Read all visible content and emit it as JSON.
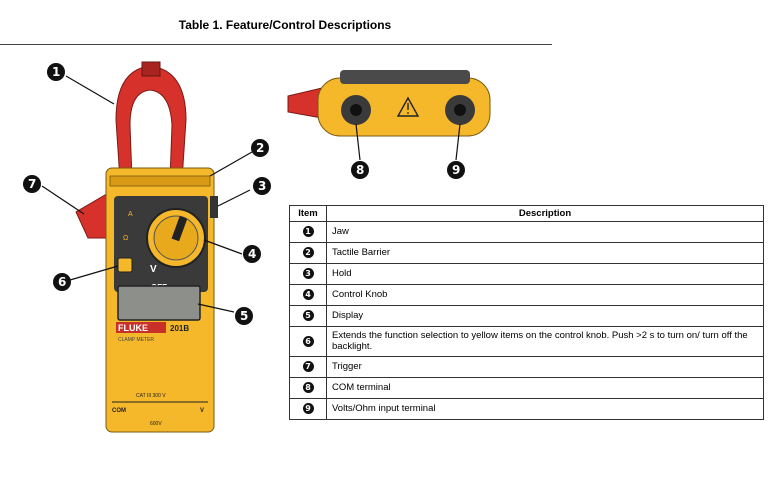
{
  "title": "Table 1. Feature/Control Descriptions",
  "table": {
    "headers": [
      "Item",
      "Description"
    ],
    "rows": [
      {
        "num": "1",
        "desc": "Jaw"
      },
      {
        "num": "2",
        "desc": "Tactile Barrier"
      },
      {
        "num": "3",
        "desc": "Hold"
      },
      {
        "num": "4",
        "desc": "Control Knob"
      },
      {
        "num": "5",
        "desc": "Display"
      },
      {
        "num": "6",
        "desc": "Extends the function selection to yellow items on the control knob. Push >2 s to turn on/ turn off the backlight."
      },
      {
        "num": "7",
        "desc": "Trigger"
      },
      {
        "num": "8",
        "desc": "COM terminal"
      },
      {
        "num": "9",
        "desc": "Volts/Ohm input terminal"
      }
    ]
  },
  "meter": {
    "brand": "FLUKE",
    "model": "201B",
    "subtitle": "CLAMP METER",
    "off_label": "OFF",
    "cat_label": "CAT III 300 V",
    "com_label": "COM",
    "v_label": "V",
    "volt_label": "600V",
    "callouts": [
      "1",
      "2",
      "3",
      "4",
      "5",
      "6",
      "7"
    ]
  },
  "top_view": {
    "callouts": [
      "8",
      "9"
    ]
  },
  "colors": {
    "meter_yellow": "#f4b82a",
    "jaw_red": "#d6322b",
    "dark_gray": "#3a3a3a",
    "callout_black": "#111111"
  }
}
